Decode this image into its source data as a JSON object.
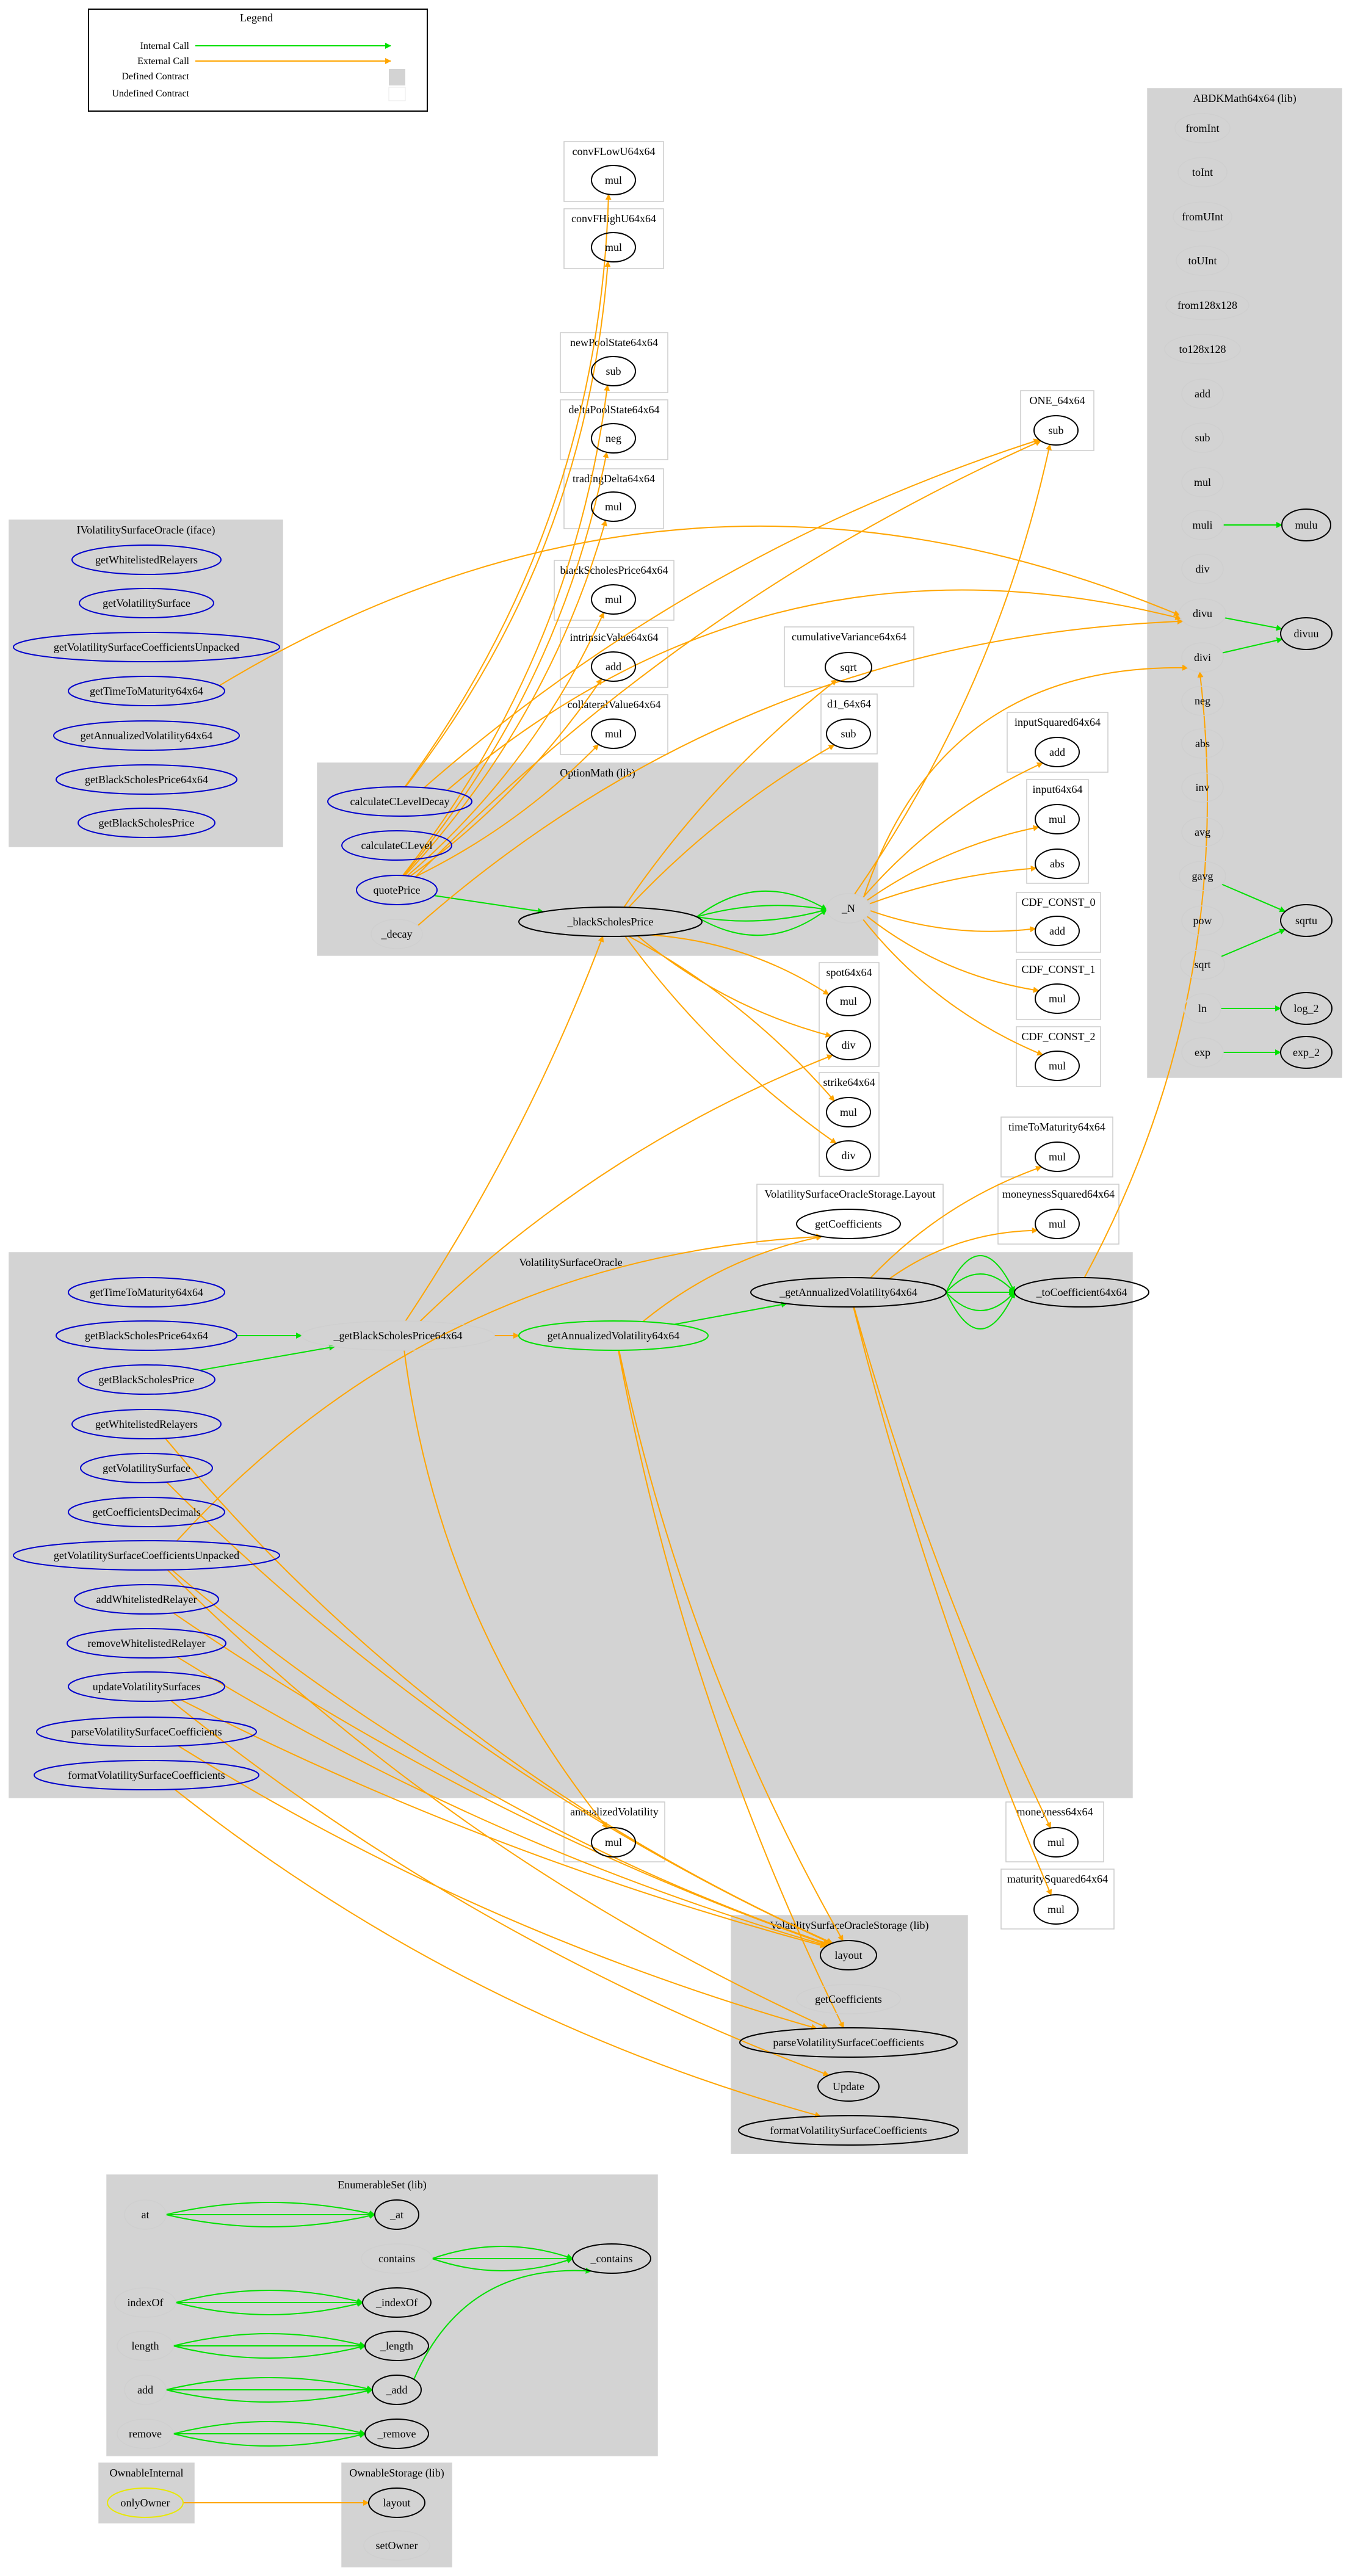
{
  "colors": {
    "internal_edge": "#00e000",
    "external_edge": "#ffa500",
    "cluster_fill": "#d3d3d3",
    "defined_stroke": "#000000",
    "undefined_stroke": "#e8e8e8",
    "public_stroke": "#0000cc",
    "modifier_stroke": "#e8e800",
    "ghost_stroke": "#cfcfcf"
  },
  "legend": {
    "title": "Legend",
    "internal_call": "Internal Call",
    "external_call": "External Call",
    "defined_contract": "Defined Contract",
    "undefined_contract": "Undefined Contract"
  },
  "clusters": {
    "abdk": "ABDKMath64x64  (lib)",
    "ivso": "IVolatilitySurfaceOracle  (iface)",
    "optionmath": "OptionMath  (lib)",
    "vso": "VolatilitySurfaceOracle",
    "vsostorage": "VolatilitySurfaceOracleStorage  (lib)",
    "enumerableset": "EnumerableSet  (lib)",
    "ownableinternal": "OwnableInternal",
    "ownablestorage": "OwnableStorage  (lib)",
    "convFLowU64x64": "convFLowU64x64",
    "convFHighU64x64": "convFHighU64x64",
    "newPoolState64x64": "newPoolState64x64",
    "deltaPoolState64x64": "deltaPoolState64x64",
    "tradingDelta64x64": "tradingDelta64x64",
    "blackScholesPrice64x64": "blackScholesPrice64x64",
    "intrinsicValue64x64": "intrinsicValue64x64",
    "collateralValue64x64": "collateralValue64x64",
    "ONE_64x64": "ONE_64x64",
    "cumulativeVariance64x64": "cumulativeVariance64x64",
    "d1_64x64": "d1_64x64",
    "inputSquared64x64": "inputSquared64x64",
    "input64x64": "input64x64",
    "CDF_CONST_0": "CDF_CONST_0",
    "CDF_CONST_1": "CDF_CONST_1",
    "CDF_CONST_2": "CDF_CONST_2",
    "spot64x64": "spot64x64",
    "strike64x64": "strike64x64",
    "timeToMaturity64x64": "timeToMaturity64x64",
    "moneynessSquared64x64": "moneynessSquared64x64",
    "vsoStorageLayout": "VolatilitySurfaceOracleStorage.Layout",
    "annualizedVolatility": "annualizedVolatility",
    "moneyness64x64": "moneyness64x64",
    "maturitySquared64x64": "maturitySquared64x64"
  },
  "nodes": {
    "abdk_fromInt": "fromInt",
    "abdk_toInt": "toInt",
    "abdk_fromUInt": "fromUInt",
    "abdk_toUInt": "toUInt",
    "abdk_from128x128": "from128x128",
    "abdk_to128x128": "to128x128",
    "abdk_add": "add",
    "abdk_sub": "sub",
    "abdk_mul": "mul",
    "abdk_muli": "muli",
    "abdk_mulu": "mulu",
    "abdk_div": "div",
    "abdk_divu": "divu",
    "abdk_divi": "divi",
    "abdk_divuu": "divuu",
    "abdk_neg": "neg",
    "abdk_abs": "abs",
    "abdk_inv": "inv",
    "abdk_avg": "avg",
    "abdk_gavg": "gavg",
    "abdk_sqrtu": "sqrtu",
    "abdk_pow": "pow",
    "abdk_sqrt": "sqrt",
    "abdk_ln": "ln",
    "abdk_log_2": "log_2",
    "abdk_exp": "exp",
    "abdk_exp_2": "exp_2",
    "ivso_getWhitelistedRelayers": "getWhitelistedRelayers",
    "ivso_getVolatilitySurface": "getVolatilitySurface",
    "ivso_getVolatilitySurfaceCoefficientsUnpacked": "getVolatilitySurfaceCoefficientsUnpacked",
    "ivso_getTimeToMaturity64x64": "getTimeToMaturity64x64",
    "ivso_getAnnualizedVolatility64x64": "getAnnualizedVolatility64x64",
    "ivso_getBlackScholesPrice64x64": "getBlackScholesPrice64x64",
    "ivso_getBlackScholesPrice": "getBlackScholesPrice",
    "om_calculateCLevelDecay": "calculateCLevelDecay",
    "om_calculateCLevel": "calculateCLevel",
    "om_quotePrice": "quotePrice",
    "om_decay": "_decay",
    "om_blackScholesPrice": "_blackScholesPrice",
    "om_N": "_N",
    "v_convFLow_mul": "mul",
    "v_convFHigh_mul": "mul",
    "v_newPool_sub": "sub",
    "v_deltaPool_neg": "neg",
    "v_trading_mul": "mul",
    "v_bsp_mul": "mul",
    "v_intrinsic_add": "add",
    "v_collateral_mul": "mul",
    "v_one_sub": "sub",
    "v_cumvar_sqrt": "sqrt",
    "v_d1_sub": "sub",
    "v_inputSq_add": "add",
    "v_input_mul": "mul",
    "v_input_abs": "abs",
    "v_cdf0_add": "add",
    "v_cdf1_mul": "mul",
    "v_cdf2_mul": "mul",
    "v_spot_mul": "mul",
    "v_spot_div": "div",
    "v_strike_mul": "mul",
    "v_strike_div": "div",
    "v_ttm_mul": "mul",
    "v_moneySq_mul": "mul",
    "v_layout_getCoefficients": "getCoefficients",
    "v_annVol_mul": "mul",
    "v_moneyness_mul": "mul",
    "v_maturitySq_mul": "mul",
    "vso_getTimeToMaturity64x64": "getTimeToMaturity64x64",
    "vso_getBlackScholesPrice64x64": "getBlackScholesPrice64x64",
    "vso_getBlackScholesPrice": "getBlackScholesPrice",
    "vso_getWhitelistedRelayers": "getWhitelistedRelayers",
    "vso_getVolatilitySurface": "getVolatilitySurface",
    "vso_getCoefficientsDecimals": "getCoefficientsDecimals",
    "vso_getVolatilitySurfaceCoefficientsUnpacked": "getVolatilitySurfaceCoefficientsUnpacked",
    "vso_addWhitelistedRelayer": "addWhitelistedRelayer",
    "vso_removeWhitelistedRelayer": "removeWhitelistedRelayer",
    "vso_updateVolatilitySurfaces": "updateVolatilitySurfaces",
    "vso_parseVolatilitySurfaceCoefficients": "parseVolatilitySurfaceCoefficients",
    "vso_formatVolatilitySurfaceCoefficients": "formatVolatilitySurfaceCoefficients",
    "vso_getBlackScholesPrice64x64_int": "_getBlackScholesPrice64x64",
    "vso_getAnnualizedVolatility64x64": "getAnnualizedVolatility64x64",
    "vso_getAnnualizedVolatility64x64_int": "_getAnnualizedVolatility64x64",
    "vso_toCoefficient64x64": "_toCoefficient64x64",
    "vs_layout": "layout",
    "vs_getCoefficients": "getCoefficients",
    "vs_parseVolatilitySurfaceCoefficients": "parseVolatilitySurfaceCoefficients",
    "vs_Update": "Update",
    "vs_formatVolatilitySurfaceCoefficients": "formatVolatilitySurfaceCoefficients",
    "es_at": "at",
    "es__at": "_at",
    "es_contains": "contains",
    "es__contains": "_contains",
    "es_indexOf": "indexOf",
    "es__indexOf": "_indexOf",
    "es_length": "length",
    "es__length": "_length",
    "es_add": "add",
    "es__add": "_add",
    "es_remove": "remove",
    "es__remove": "_remove",
    "oi_onlyOwner": "onlyOwner",
    "os_layout": "layout",
    "os_setOwner": "setOwner"
  }
}
